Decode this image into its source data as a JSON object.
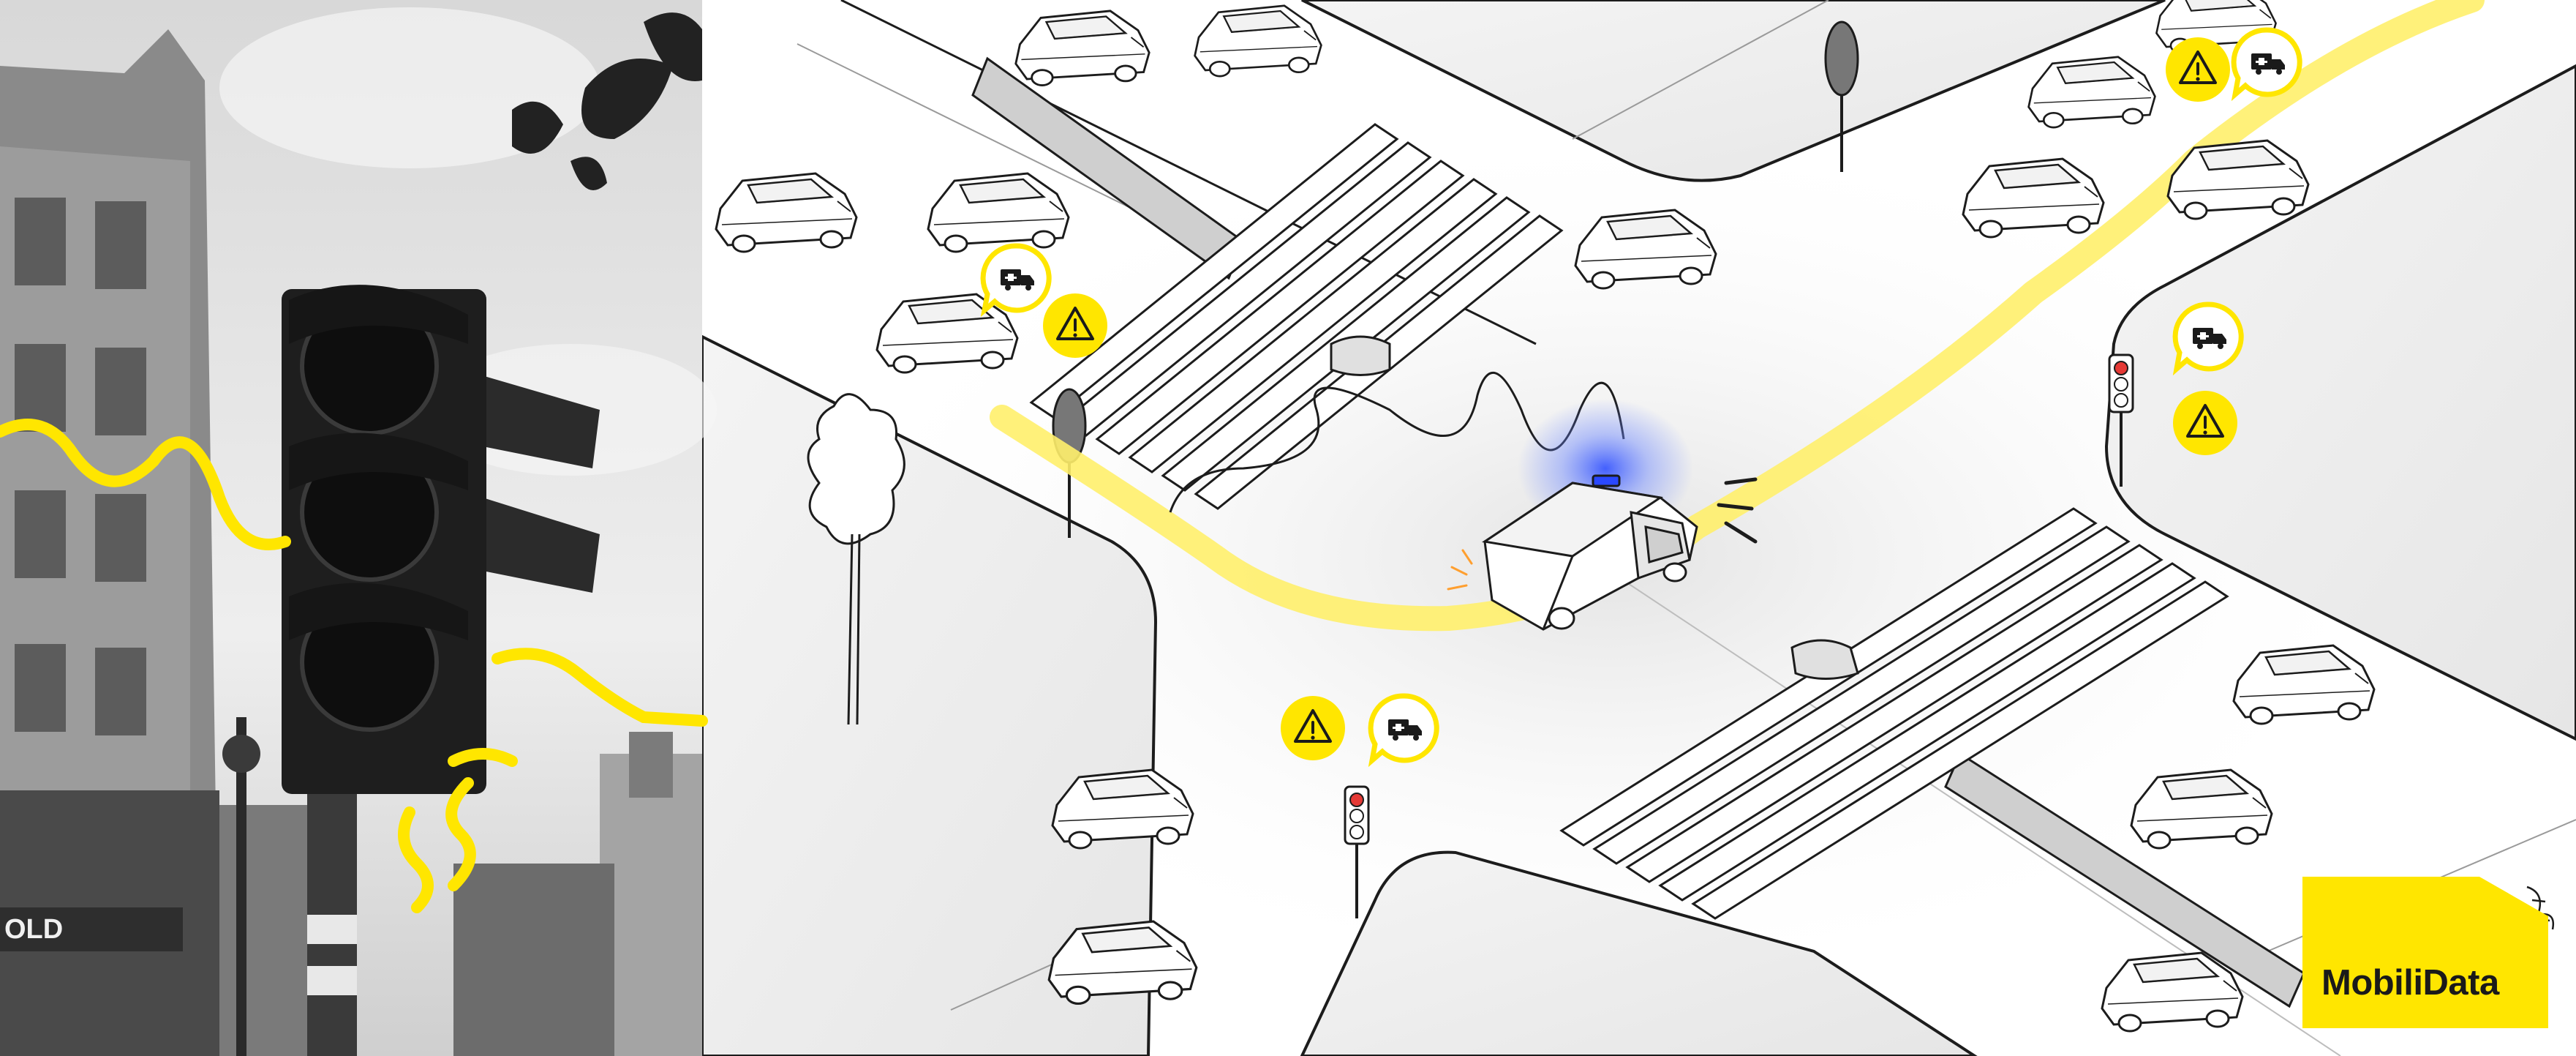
{
  "brand": {
    "name": "MobiliData",
    "color": "#ffe600",
    "text_color": "#1a1a1a"
  },
  "photo_panel": {
    "description_icon": "traffic-light-photo",
    "storefront_text": "OLD",
    "accent_color": "#ffe600"
  },
  "scene": {
    "accent_route_color": "#fff06b",
    "siren_glow_color": "#4a6cff",
    "alert_bubble_color": "#ffe600",
    "icons": {
      "warning": "warning-icon",
      "ambulance": "ambulance-icon"
    }
  }
}
